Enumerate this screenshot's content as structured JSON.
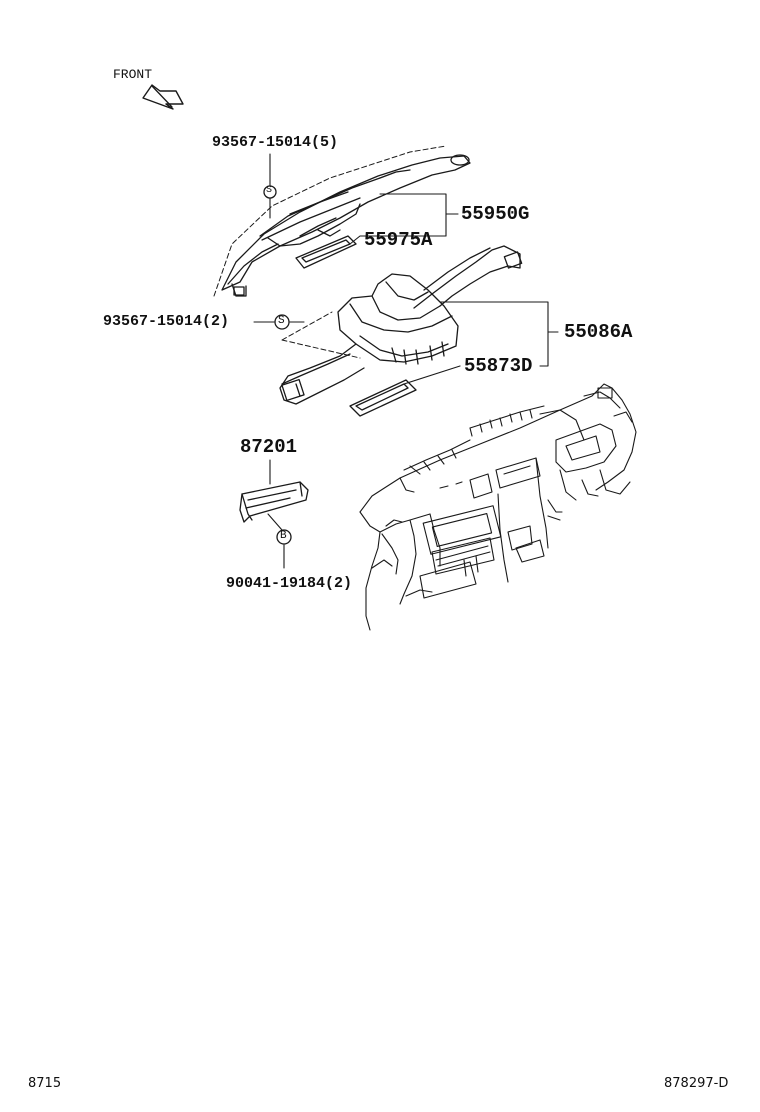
{
  "diagram": {
    "front_label": "FRONT",
    "callouts": {
      "screw_top": "93567-15014(5)",
      "screw_mid": "93567-15014(2)",
      "duct_upper": "55950G",
      "gasket_upper": "55975A",
      "duct_lower": "55086A",
      "gasket_lower": "55873D",
      "part_87201": "87201",
      "bolt": "90041-19184(2)"
    },
    "symbols": {
      "screw_symbol": "S",
      "bolt_symbol": "B"
    },
    "footer": {
      "left_code": "8715",
      "right_code": "878297-D"
    }
  }
}
